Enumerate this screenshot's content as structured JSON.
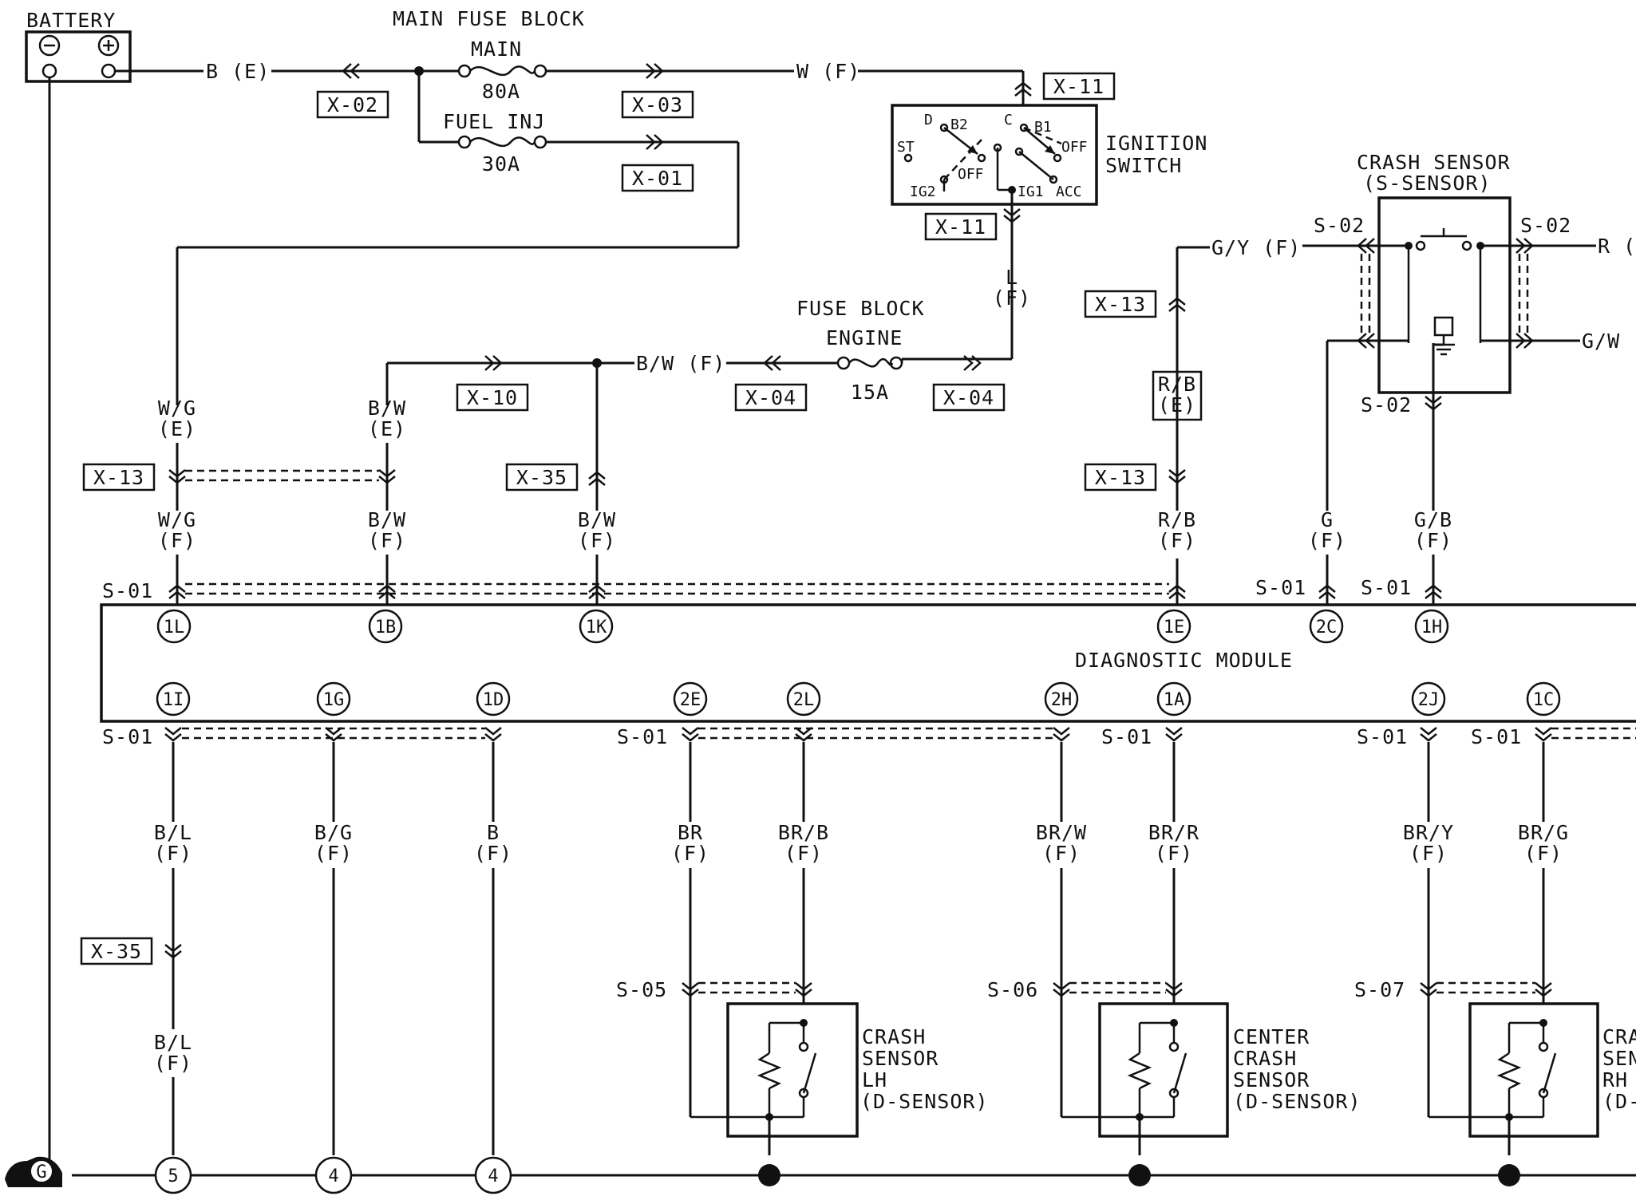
{
  "labels": {
    "battery": "BATTERY",
    "main_fuse_block": "MAIN FUSE BLOCK",
    "main": "MAIN",
    "main_amp": "80A",
    "fuel_inj": "FUEL INJ",
    "fuel_inj_amp": "30A",
    "ignition_switch_1": "IGNITION",
    "ignition_switch_2": "SWITCH",
    "crash_sensor_title_1": "CRASH SENSOR",
    "crash_sensor_title_2": "(S-SENSOR)",
    "fuse_block_engine_1": "FUSE BLOCK",
    "fuse_block_engine_2": "ENGINE",
    "engine_amp": "15A",
    "diagnostic_module": "DIAGNOSTIC MODULE",
    "crash_lh_1": "CRASH",
    "crash_lh_2": "SENSOR",
    "crash_lh_3": "LH",
    "crash_lh_4": "(D-SENSOR)",
    "center_1": "CENTER",
    "center_2": "CRASH",
    "center_3": "SENSOR",
    "center_4": "(D-SENSOR)",
    "crash_rh_1": "CRA",
    "crash_rh_2": "SEN",
    "crash_rh_3": "RH",
    "crash_rh_4": "(D-",
    "ground": "G"
  },
  "wires": {
    "b_e": "B (E)",
    "w_f": "W (F)",
    "l": "L",
    "l_f": "(F)",
    "gy_f": "G/Y (F)",
    "r_f": "R (F",
    "gw": "G/W",
    "bw_f_main": "B/W (F)",
    "wg_1": "W/G",
    "wg_1f": "(E)",
    "bw_1": "B/W",
    "bw_1f": "(E)",
    "wg_2": "W/G",
    "wg_2f": "(F)",
    "bw_2": "B/W",
    "bw_2f": "(F)",
    "bw_3": "B/W",
    "bw_3f": "(F)",
    "rb_1": "R/B",
    "rb_1f": "(E)",
    "rb_2": "R/B",
    "rb_2f": "(F)",
    "g": "G",
    "g_f": "(F)",
    "gb": "G/B",
    "gb_f": "(F)",
    "bl_1": "B/L",
    "bl_1f": "(F)",
    "bg": "B/G",
    "bg_f": "(F)",
    "b": "B",
    "b_f": "(F)",
    "br": "BR",
    "br_f": "(F)",
    "brb": "BR/B",
    "brb_f": "(F)",
    "brw": "BR/W",
    "brw_f": "(F)",
    "brr": "BR/R",
    "brr_f": "(F)",
    "bry": "BR/Y",
    "bry_f": "(F)",
    "brg": "BR/G",
    "brg_f": "(F)",
    "bl_2": "B/L",
    "bl_2f": "(F)"
  },
  "connectors": {
    "x02": "X-02",
    "x03": "X-03",
    "x01": "X-01",
    "x11_top": "X-11",
    "x11_bot": "X-11",
    "x13_a": "X-13",
    "x13_b": "X-13",
    "x13_c": "X-13",
    "x10": "X-10",
    "x04_a": "X-04",
    "x04_b": "X-04",
    "x35_a": "X-35",
    "x35_b": "X-35",
    "s02_a": "S-02",
    "s02_b": "S-02",
    "s02_c": "S-02",
    "s01_a": "S-01",
    "s01_b": "S-01",
    "s01_c": "S-01",
    "s01_d": "S-01",
    "s01_e": "S-01",
    "s01_f": "S-01",
    "s01_g": "S-01",
    "s01_h": "S-01",
    "s05": "S-05",
    "s06": "S-06",
    "s07": "S-07"
  },
  "switch_terms": {
    "d": "D",
    "b2": "B2",
    "c": "C",
    "b1": "B1",
    "st": "ST",
    "off1": "OFF",
    "off2": "OFF",
    "ig2": "IG2",
    "ig1": "IG1",
    "acc": "ACC"
  },
  "pins": {
    "p1l": "1L",
    "p1b": "1B",
    "p1k": "1K",
    "p1e": "1E",
    "p2c": "2C",
    "p1h": "1H",
    "p1i": "1I",
    "p1g": "1G",
    "p1d": "1D",
    "p2e": "2E",
    "p2l": "2L",
    "p2h": "2H",
    "p1a": "1A",
    "p2j": "2J",
    "p1c": "1C"
  },
  "grounds": {
    "g5": "5",
    "g4a": "4",
    "g4b": "4"
  }
}
